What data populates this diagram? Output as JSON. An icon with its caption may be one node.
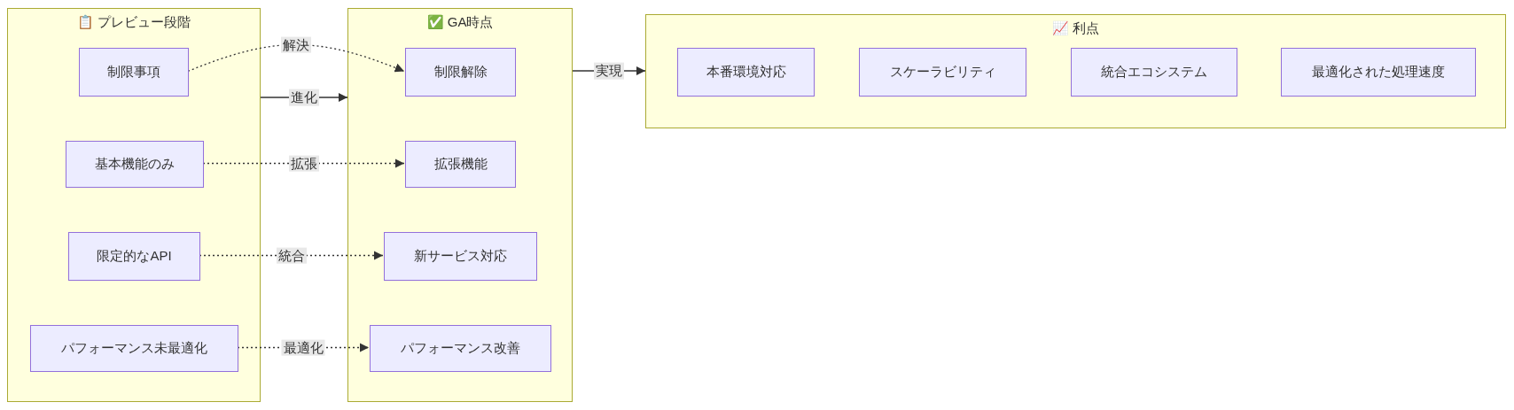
{
  "diagram": {
    "nodes": [
      {
        "text": [
          "📋 プレビュー段階"
        ]
      },
      {
        "text": [
          "制限事項"
        ],
        "in": 0
      },
      {
        "text": [
          "基本機能のみ"
        ],
        "in": 0
      },
      {
        "text": [
          "限定的なAPI"
        ],
        "in": 0
      },
      {
        "text": [
          "パフォーマンス未最適化"
        ],
        "in": 0
      },
      {
        "text": [
          "✅ GA時点"
        ]
      },
      {
        "text": [
          "制限解除"
        ],
        "in": 5
      },
      {
        "text": [
          "拡張機能"
        ],
        "in": 5
      },
      {
        "text": [
          "新サービス対応"
        ],
        "in": 5
      },
      {
        "text": [
          "パフォーマンス改善"
        ],
        "in": 5
      },
      {
        "text": [
          "📈 利点"
        ]
      },
      {
        "text": [
          "本番環境対応"
        ],
        "in": 10
      },
      {
        "text": [
          "スケーラビリティ"
        ],
        "in": 10
      },
      {
        "text": [
          "統合エコシステム"
        ],
        "in": 10
      },
      {
        "text": [
          "最適化された処理速度"
        ],
        "in": 10
      }
    ],
    "edges": [
      {
        "from": 1,
        "to": 6,
        "arrow": "to",
        "label": "解決",
        "style": "dashed"
      },
      {
        "from": 0,
        "to": 5,
        "arrow": "to",
        "label": "進化"
      },
      {
        "from": 2,
        "to": 7,
        "arrow": "to",
        "label": "拡張",
        "style": "dashed"
      },
      {
        "from": 3,
        "to": 8,
        "arrow": "to",
        "label": "統合",
        "style": "dashed"
      },
      {
        "from": 4,
        "to": 9,
        "arrow": "to",
        "label": "最適化",
        "style": "dashed"
      },
      {
        "from": 5,
        "to": 10,
        "arrow": "to",
        "label": "実現"
      }
    ]
  }
}
